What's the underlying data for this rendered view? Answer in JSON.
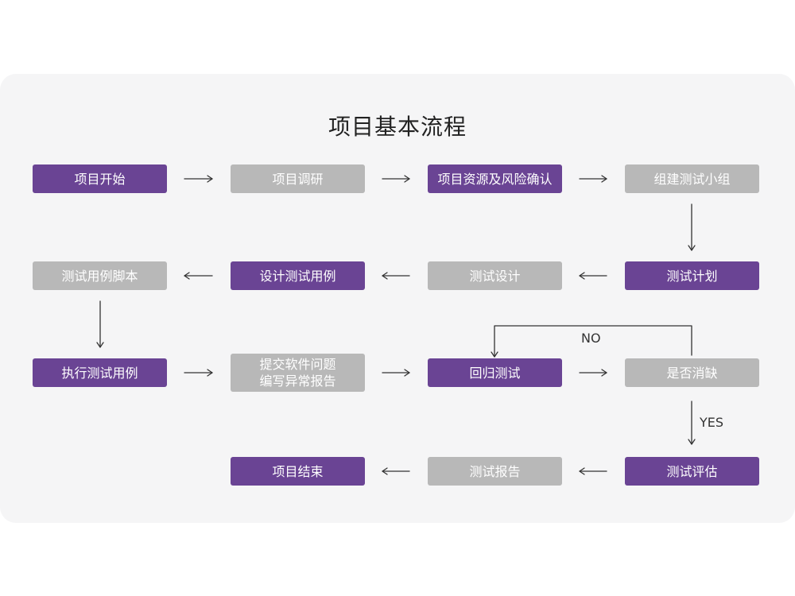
{
  "title": "项目基本流程",
  "nodes": {
    "n1": "项目开始",
    "n2": "项目调研",
    "n3": "项目资源及风险确认",
    "n4": "组建测试小组",
    "n5": "测试计划",
    "n6": "测试设计",
    "n7": "设计测试用例",
    "n8": "测试用例脚本",
    "n9": "执行测试用例",
    "n10": "提交软件问题\n编写异常报告",
    "n11": "回归测试",
    "n12": "是否消缺",
    "n13": "测试评估",
    "n14": "测试报告",
    "n15": "项目结束"
  },
  "labels": {
    "no": "NO",
    "yes": "YES"
  },
  "colors": {
    "primary": "#6a4494",
    "secondary": "#b8b8b8",
    "panel": "#f5f5f6",
    "arrow": "#333333"
  }
}
